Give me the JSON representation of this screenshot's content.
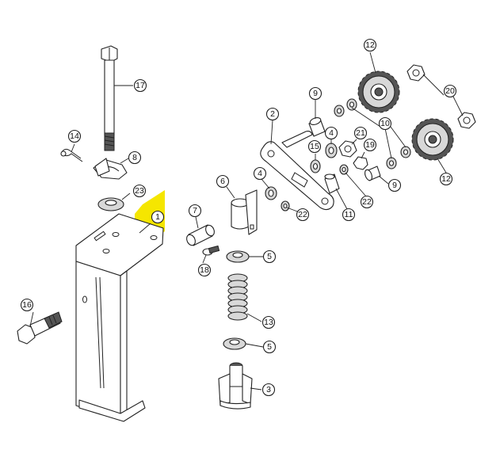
{
  "callouts": [
    {
      "id": "c1",
      "label": "1"
    },
    {
      "id": "c2",
      "label": "2"
    },
    {
      "id": "c3",
      "label": "3"
    },
    {
      "id": "c4a",
      "label": "4"
    },
    {
      "id": "c4b",
      "label": "4"
    },
    {
      "id": "c5a",
      "label": "5"
    },
    {
      "id": "c5b",
      "label": "5"
    },
    {
      "id": "c6",
      "label": "6"
    },
    {
      "id": "c7",
      "label": "7"
    },
    {
      "id": "c8",
      "label": "8"
    },
    {
      "id": "c9a",
      "label": "9"
    },
    {
      "id": "c9b",
      "label": "9"
    },
    {
      "id": "c10",
      "label": "10"
    },
    {
      "id": "c11",
      "label": "11"
    },
    {
      "id": "c12a",
      "label": "12"
    },
    {
      "id": "c12b",
      "label": "12"
    },
    {
      "id": "c13",
      "label": "13"
    },
    {
      "id": "c14",
      "label": "14"
    },
    {
      "id": "c15",
      "label": "15"
    },
    {
      "id": "c16",
      "label": "16"
    },
    {
      "id": "c17",
      "label": "17"
    },
    {
      "id": "c18",
      "label": "18"
    },
    {
      "id": "c19",
      "label": "19"
    },
    {
      "id": "c20",
      "label": "20"
    },
    {
      "id": "c21",
      "label": "21"
    },
    {
      "id": "c22a",
      "label": "22"
    },
    {
      "id": "c22b",
      "label": "22"
    },
    {
      "id": "c23",
      "label": "23"
    }
  ],
  "highlight": {
    "part": "1",
    "color": "#f5e600"
  }
}
